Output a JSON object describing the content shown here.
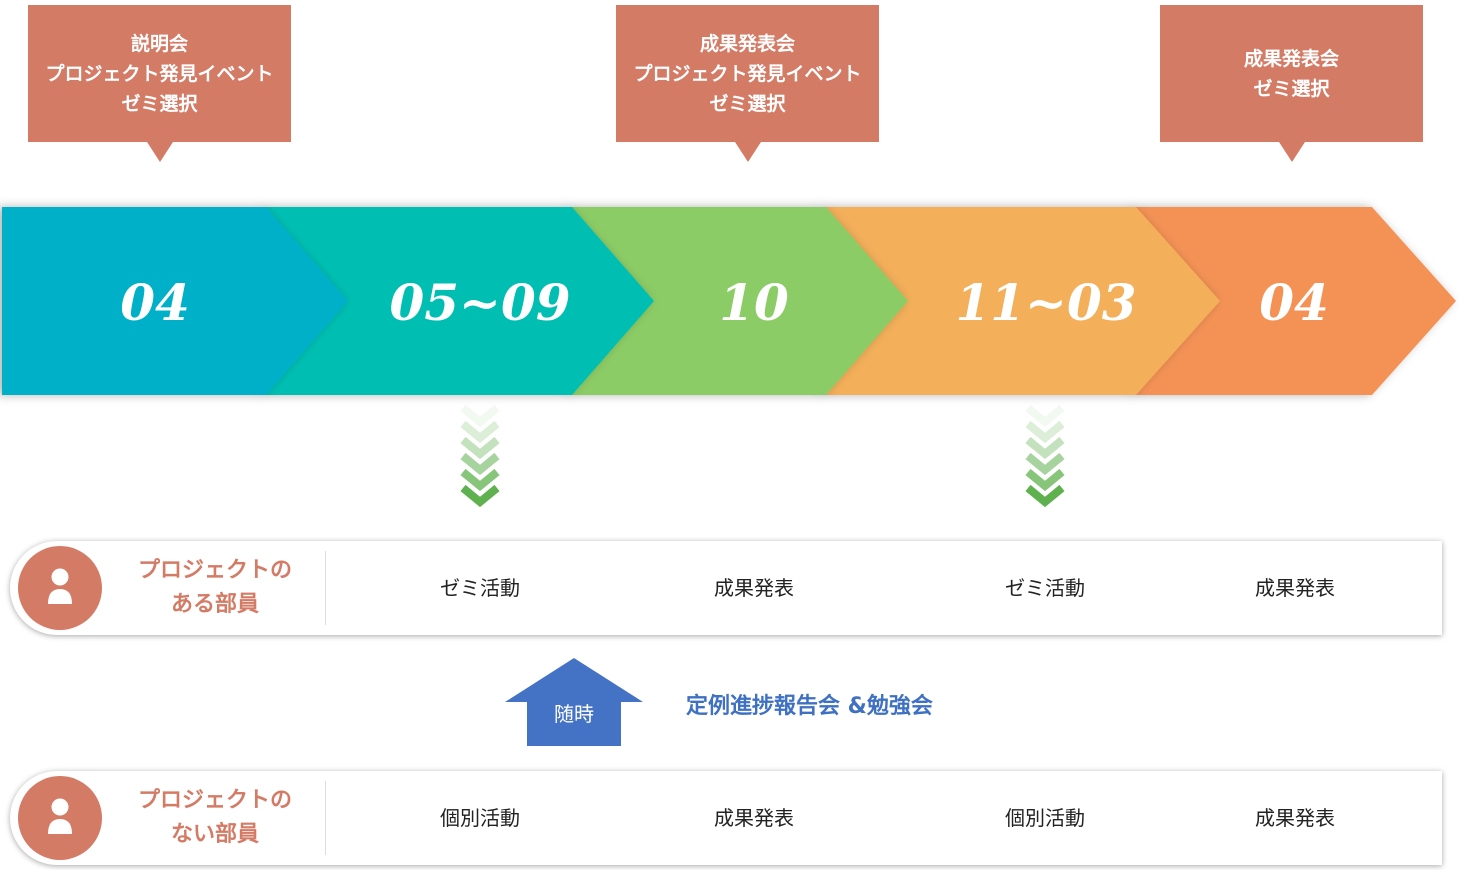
{
  "callouts": [
    {
      "lines": [
        "説明会",
        "プロジェクト発見イベント",
        "ゼミ選択"
      ]
    },
    {
      "lines": [
        "成果発表会",
        "プロジェクト発見イベント",
        "ゼミ選択"
      ]
    },
    {
      "lines": [
        "成果発表会",
        "ゼミ選択"
      ]
    }
  ],
  "phases": [
    {
      "label": "04",
      "color": "#00b0c8"
    },
    {
      "label": "05~09",
      "color": "#00bfb2"
    },
    {
      "label": "10",
      "color": "#8ccc66"
    },
    {
      "label": "11~03",
      "color": "#f3af5a"
    },
    {
      "label": "04",
      "color": "#f49256"
    }
  ],
  "rows": [
    {
      "title": [
        "プロジェクトの",
        "ある部員"
      ],
      "cells": [
        "ゼミ活動",
        "成果発表",
        "ゼミ活動",
        "成果発表"
      ]
    },
    {
      "title": [
        "プロジェクトの",
        "ない部員"
      ],
      "cells": [
        "個別活動",
        "成果発表",
        "個別活動",
        "成果発表"
      ]
    }
  ],
  "meeting": {
    "arrow_label": "随時",
    "label": "定例進捗報告会 &勉強会"
  },
  "colors": {
    "callout": "#d47b66",
    "accent_blue": "#4472c4",
    "chevron_green": "#5fb14f"
  },
  "icons": [
    "person-icon",
    "chevron-down-icon",
    "arrow-up-icon"
  ]
}
